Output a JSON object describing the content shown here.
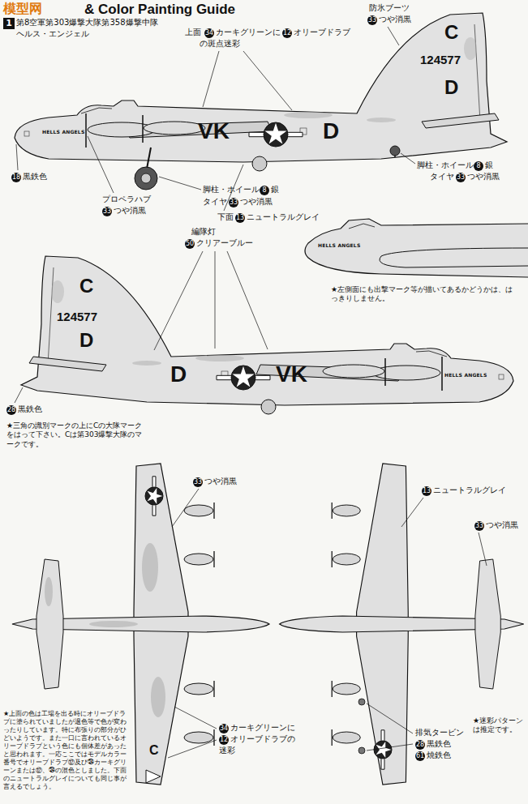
{
  "diagram": {
    "title": "& Color Painting Guide",
    "labels": [
      "模型网",
      "1",
      "第8空軍第303爆撃大隊第358爆撃中隊",
      "ヘルス・エンジェル",
      "防氷ブーツ",
      "33",
      "つや消黒",
      "上面",
      "34",
      "カーキグリーンに",
      "12",
      "オリーブドラブ",
      "の斑点迷彩",
      "C",
      "124577",
      "D",
      "VK",
      "D",
      "HELLS ANGELS",
      "18",
      "黒鉄色",
      "プロペラハブ",
      "33",
      "つや消黒",
      "脚柱・ホイール",
      "8",
      "銀",
      "タイヤ",
      "33",
      "つや消黒",
      "下面",
      "13",
      "ニュートラルグレイ",
      "脚柱・ホイール",
      "8",
      "銀",
      "タイヤ",
      "33",
      "つや消黒",
      "HELLS ANGELS",
      "★左側面にも出撃マーク等が描いてあるかどうかは、はっきりしません。",
      "編隊灯",
      "50",
      "クリアーブルー",
      "C",
      "124577",
      "D",
      "D",
      "VK",
      "HELLS ANGELS",
      "28",
      "黒鉄色",
      "★三角の識別マークの上にCの大隊マークをはって下さい。Cは第303爆撃大隊のマークです。",
      "33",
      "つや消黒",
      "13",
      "ニュートラルグレイ",
      "33",
      "つや消黒",
      "★上面の色は工場を出る時にオリーブドラブに塗られていましたが退色等で色が変わったりしています。特に布張りの部分がひどいようです。また一口に言われているオリーブドラブという色にも個体差があったと思われます。一応ここではモデルカラー番号でオリーブドラブ⑫及び㉞カーキグリーンまたは⑫、㉞の混色としました。下面のニュートラルグレイについても同じ事が言えるでしょう。",
      "34",
      "カーキグリーンに",
      "12",
      "オリーブドラブの",
      "迷彩",
      "排気タービン",
      "28",
      "黒鉄色",
      "61",
      "焼鉄色",
      "★迷彩パターンは推定です。",
      "C"
    ]
  }
}
